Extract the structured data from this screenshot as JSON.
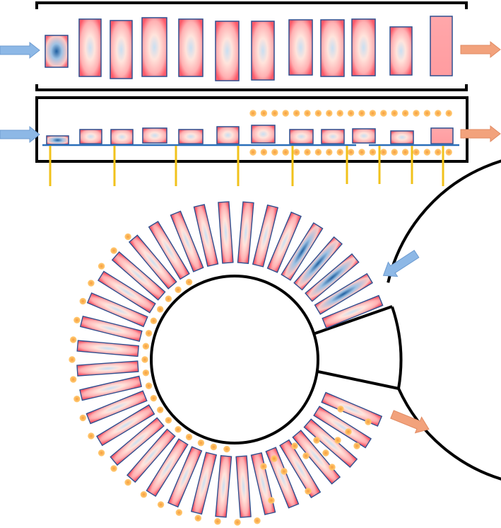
{
  "colors": {
    "frame": "#000000",
    "tile_edge": "#2f4f8f",
    "tile_outer": "#ff5a6a",
    "tile_mid": "#ffd6cf",
    "tile_core_light": "#c9dff2",
    "tile_core_dark": "#1f5fa0",
    "inlet_arrow": "#8db8e6",
    "outlet_arrow": "#f2a27c",
    "bead_fill": "#f7a44a",
    "bead_edge": "#ffc56e",
    "support_post": "#f1c21b",
    "track_line": "#2a6fba"
  },
  "icons": {
    "inlet": "right-arrow-icon",
    "outlet": "right-arrow-icon",
    "ring_inlet": "diagonal-arrow-icon",
    "ring_outlet": "diagonal-arrow-icon"
  },
  "panels": {
    "linear_top": {
      "tile_count": 12,
      "pattern": "uniform",
      "beads": false
    },
    "linear_middle": {
      "tile_count": 12,
      "beads": true,
      "supports": 9
    },
    "ring": {
      "tile_count": 36,
      "beads": true,
      "sealed_segment": true
    }
  }
}
